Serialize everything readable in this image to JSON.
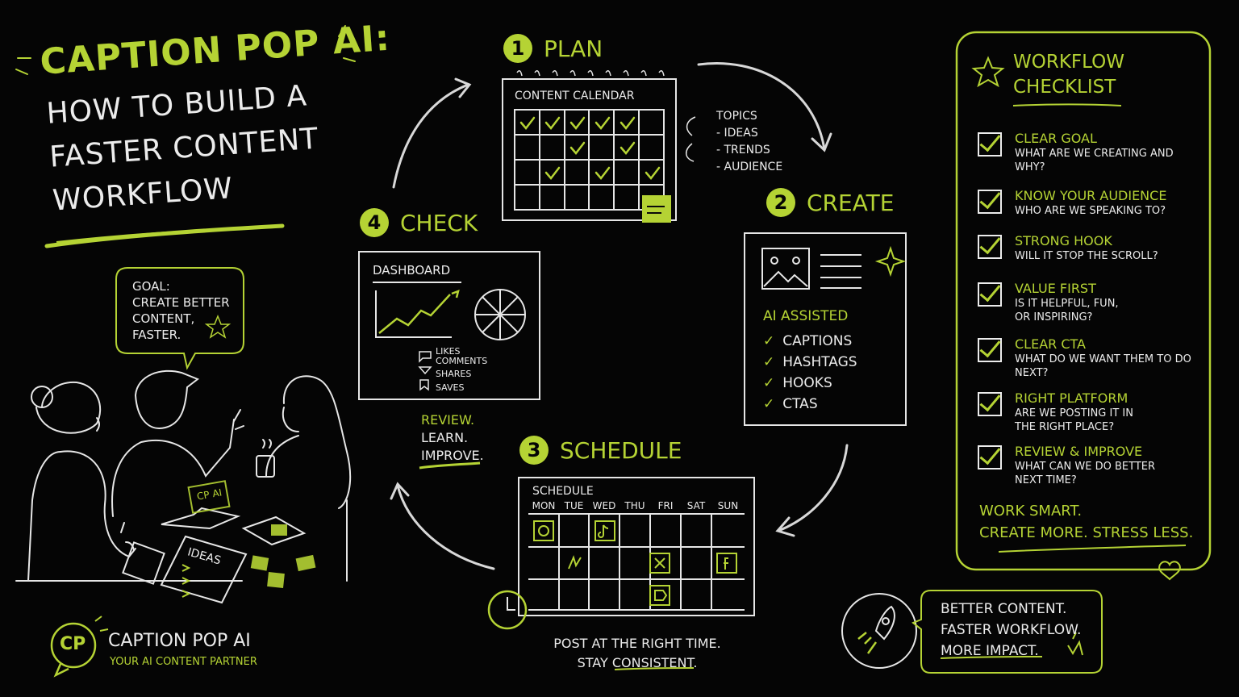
{
  "title": {
    "line1": "CAPTION POP AI:",
    "line2": "HOW TO BUILD A",
    "line3": "FASTER CONTENT",
    "line4": "WORKFLOW"
  },
  "goal_bubble": {
    "l1": "GOAL:",
    "l2": "CREATE BETTER",
    "l3": "CONTENT,",
    "l4": "FASTER."
  },
  "ideas_note": "IDEAS",
  "laptop_label": "CP AI",
  "brand": {
    "logo": "CP",
    "name": "CAPTION POP AI",
    "tagline": "YOUR AI CONTENT PARTNER"
  },
  "steps": {
    "plan": {
      "num": "1",
      "label": "PLAN"
    },
    "create": {
      "num": "2",
      "label": "CREATE"
    },
    "schedule": {
      "num": "3",
      "label": "SCHEDULE"
    },
    "check": {
      "num": "4",
      "label": "CHECK"
    }
  },
  "plan": {
    "calendar_title": "CONTENT CALENDAR",
    "notes": [
      "TOPICS",
      "- IDEAS",
      "- TRENDS",
      "- AUDIENCE"
    ]
  },
  "create": {
    "ai_assisted": "AI ASSISTED",
    "items": [
      "CAPTIONS",
      "HASHTAGS",
      "HOOKS",
      "CTAS"
    ]
  },
  "schedule": {
    "title": "SCHEDULE",
    "days": [
      "MON",
      "TUE",
      "WED",
      "THU",
      "FRI",
      "SAT",
      "SUN"
    ],
    "caption_l1": "POST AT THE RIGHT TIME.",
    "caption_l2": "STAY CONSISTENT."
  },
  "check": {
    "dashboard_title": "DASHBOARD",
    "metrics": [
      "LIKES",
      "COMMENTS",
      "SHARES",
      "SAVES"
    ],
    "review": [
      "REVIEW.",
      "LEARN.",
      "IMPROVE."
    ]
  },
  "checklist": {
    "title_l1": "WORKFLOW",
    "title_l2": "CHECKLIST",
    "items": [
      {
        "t": "CLEAR GOAL",
        "d": "WHAT ARE WE CREATING AND WHY?"
      },
      {
        "t": "KNOW YOUR AUDIENCE",
        "d": "WHO ARE WE SPEAKING TO?"
      },
      {
        "t": "STRONG HOOK",
        "d": "WILL IT STOP THE SCROLL?"
      },
      {
        "t": "VALUE FIRST",
        "d": "IS IT HELPFUL, FUN, OR INSPIRING?"
      },
      {
        "t": "CLEAR CTA",
        "d": "WHAT DO WE WANT THEM TO DO NEXT?"
      },
      {
        "t": "RIGHT PLATFORM",
        "d": "ARE WE POSTING IT IN THE RIGHT PLACE?"
      },
      {
        "t": "REVIEW & IMPROVE",
        "d": "WHAT CAN WE DO BETTER NEXT TIME?"
      }
    ],
    "footer_l1": "WORK SMART.",
    "footer_l2": "CREATE MORE. STRESS LESS."
  },
  "outro": {
    "l1": "BETTER CONTENT.",
    "l2": "FASTER WORKFLOW.",
    "l3": "MORE IMPACT."
  },
  "colors": {
    "accent": "#b5d334",
    "chalk": "#ececec",
    "background": "#050505"
  }
}
